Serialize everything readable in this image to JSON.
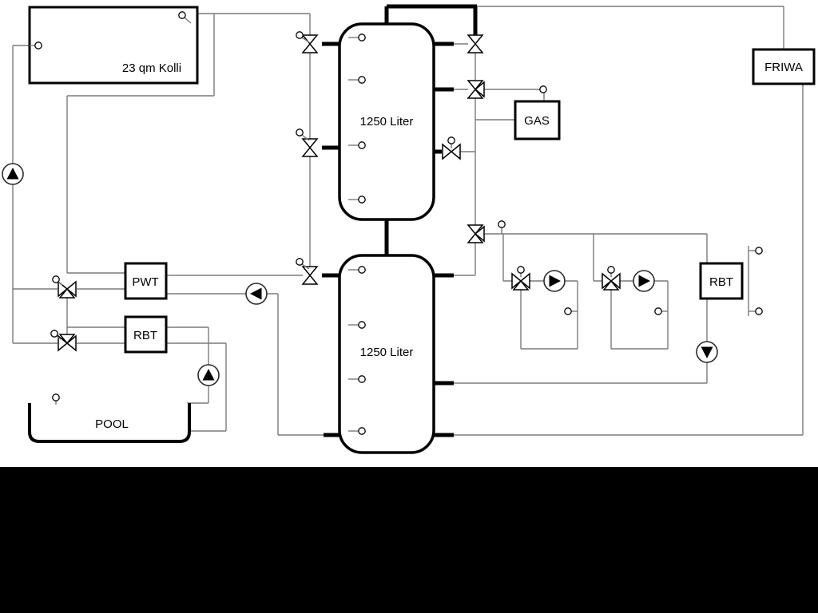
{
  "labels": {
    "collector": "23 qm Kolli",
    "tank_top": "1250 Liter",
    "tank_bottom": "1250 Liter",
    "heat_exchanger": "PWT",
    "rbt_left": "RBT",
    "boiler": "GAS",
    "rbt_right": "RBT",
    "fresh_water": "FRIWA",
    "pool": "POOL"
  },
  "colors": {
    "background": "#ffffff",
    "ink": "#000000",
    "pipe": "#7a7a7a",
    "bottom_band": "#000000"
  }
}
